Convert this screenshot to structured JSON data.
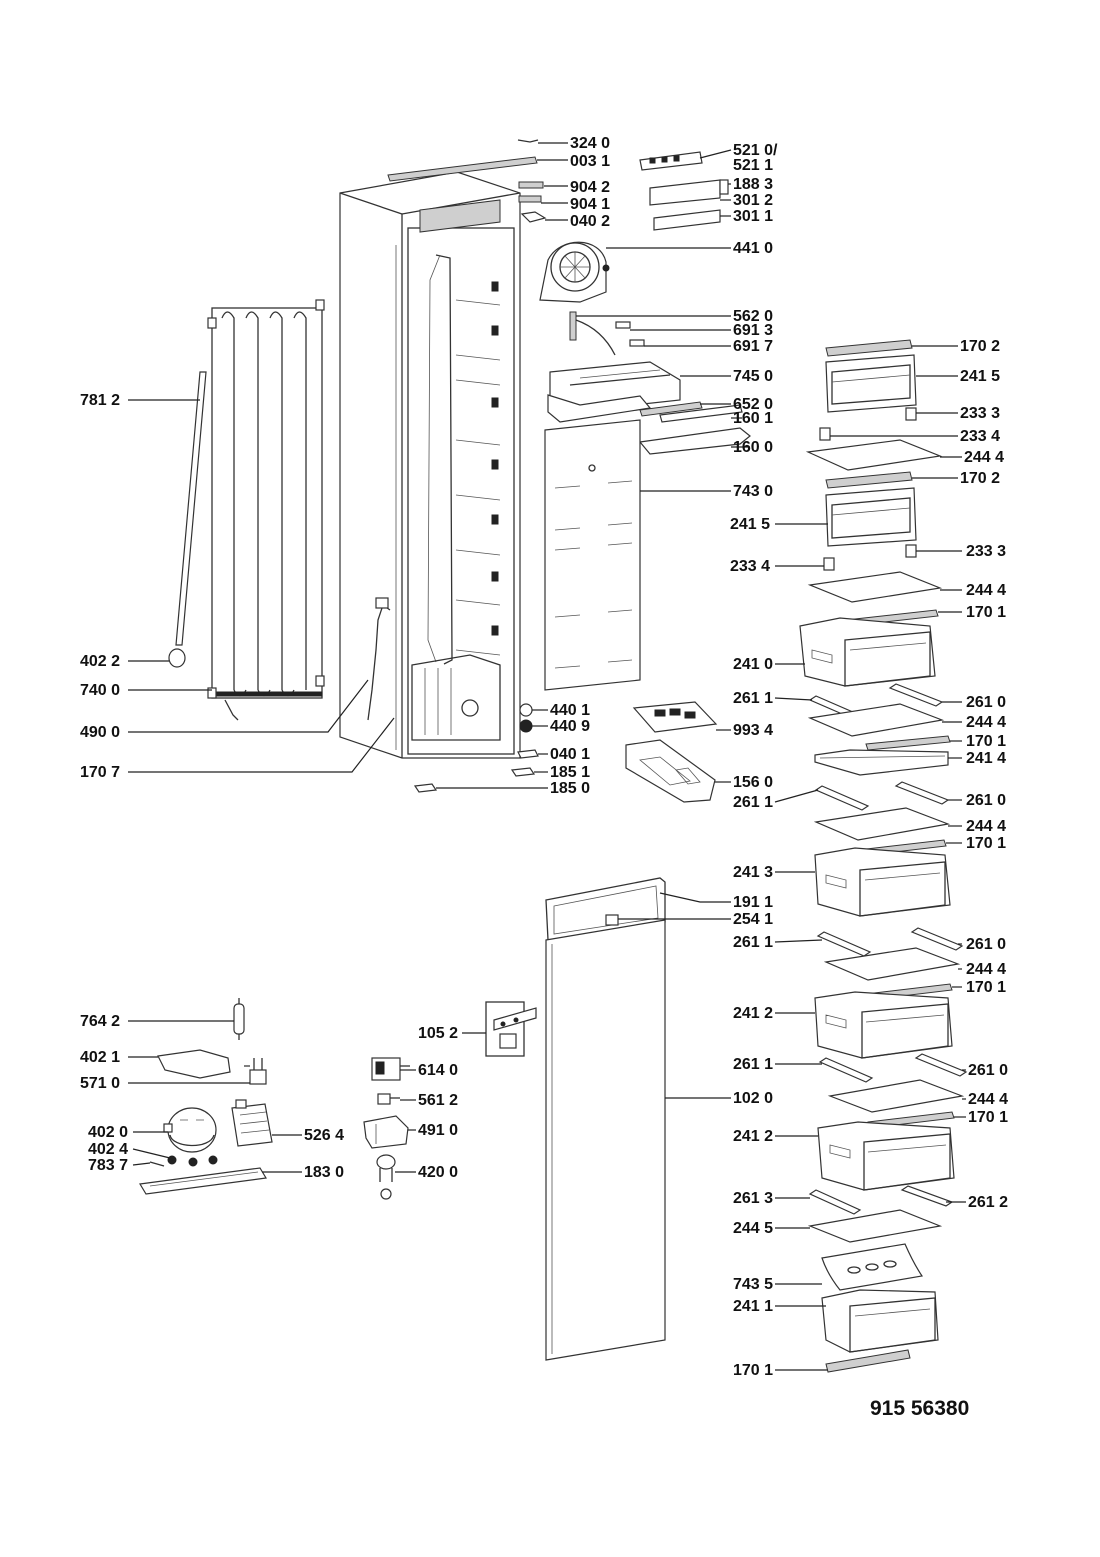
{
  "document_number": "915 56380",
  "callouts": [
    {
      "id": "c01",
      "text": "324 0"
    },
    {
      "id": "c02",
      "text": "003 1"
    },
    {
      "id": "c03",
      "text": "521 0/"
    },
    {
      "id": "c04",
      "text": "521 1"
    },
    {
      "id": "c05",
      "text": "904 2"
    },
    {
      "id": "c06",
      "text": "188 3"
    },
    {
      "id": "c07",
      "text": "904 1"
    },
    {
      "id": "c08",
      "text": "301 2"
    },
    {
      "id": "c09",
      "text": "040 2"
    },
    {
      "id": "c10",
      "text": "301 1"
    },
    {
      "id": "c11",
      "text": "441 0"
    },
    {
      "id": "c12",
      "text": "562 0"
    },
    {
      "id": "c13",
      "text": "691 3"
    },
    {
      "id": "c14",
      "text": "691 7"
    },
    {
      "id": "c15",
      "text": "170 2"
    },
    {
      "id": "c16",
      "text": "745 0"
    },
    {
      "id": "c17",
      "text": "241 5"
    },
    {
      "id": "c18",
      "text": "781 2"
    },
    {
      "id": "c19",
      "text": "652 0"
    },
    {
      "id": "c20",
      "text": "160 1"
    },
    {
      "id": "c21",
      "text": "233 3"
    },
    {
      "id": "c22",
      "text": "233 4"
    },
    {
      "id": "c23",
      "text": "160 0"
    },
    {
      "id": "c24",
      "text": "244 4"
    },
    {
      "id": "c25",
      "text": "170 2"
    },
    {
      "id": "c26",
      "text": "743 0"
    },
    {
      "id": "c27",
      "text": "241 5"
    },
    {
      "id": "c28",
      "text": "233 4"
    },
    {
      "id": "c29",
      "text": "233 3"
    },
    {
      "id": "c30",
      "text": "244 4"
    },
    {
      "id": "c31",
      "text": "170 1"
    },
    {
      "id": "c32",
      "text": "402 2"
    },
    {
      "id": "c33",
      "text": "241 0"
    },
    {
      "id": "c34",
      "text": "740 0"
    },
    {
      "id": "c35",
      "text": "261 1"
    },
    {
      "id": "c36",
      "text": "261 0"
    },
    {
      "id": "c37",
      "text": "440 1"
    },
    {
      "id": "c38",
      "text": "440 9"
    },
    {
      "id": "c39",
      "text": "244 4"
    },
    {
      "id": "c40",
      "text": "490 0"
    },
    {
      "id": "c41",
      "text": "993 4"
    },
    {
      "id": "c42",
      "text": "170 1"
    },
    {
      "id": "c43",
      "text": "040 1"
    },
    {
      "id": "c44",
      "text": "241 4"
    },
    {
      "id": "c45",
      "text": "170 7"
    },
    {
      "id": "c46",
      "text": "185 1"
    },
    {
      "id": "c47",
      "text": "156 0"
    },
    {
      "id": "c48",
      "text": "185 0"
    },
    {
      "id": "c49",
      "text": "261 1"
    },
    {
      "id": "c50",
      "text": "261 0"
    },
    {
      "id": "c51",
      "text": "244 4"
    },
    {
      "id": "c52",
      "text": "170 1"
    },
    {
      "id": "c53",
      "text": "241 3"
    },
    {
      "id": "c54",
      "text": "191 1"
    },
    {
      "id": "c55",
      "text": "254 1"
    },
    {
      "id": "c56",
      "text": "261 1"
    },
    {
      "id": "c57",
      "text": "261 0"
    },
    {
      "id": "c58",
      "text": "244 4"
    },
    {
      "id": "c59",
      "text": "170 1"
    },
    {
      "id": "c60",
      "text": "764 2"
    },
    {
      "id": "c61",
      "text": "241 2"
    },
    {
      "id": "c62",
      "text": "105 2"
    },
    {
      "id": "c63",
      "text": "402 1"
    },
    {
      "id": "c64",
      "text": "614 0"
    },
    {
      "id": "c65",
      "text": "571 0"
    },
    {
      "id": "c66",
      "text": "261 1"
    },
    {
      "id": "c67",
      "text": "261 0"
    },
    {
      "id": "c68",
      "text": "561 2"
    },
    {
      "id": "c69",
      "text": "102 0"
    },
    {
      "id": "c70",
      "text": "244 4"
    },
    {
      "id": "c71",
      "text": "170 1"
    },
    {
      "id": "c72",
      "text": "402 0"
    },
    {
      "id": "c73",
      "text": "526 4"
    },
    {
      "id": "c74",
      "text": "491 0"
    },
    {
      "id": "c75",
      "text": "241 2"
    },
    {
      "id": "c76",
      "text": "402 4"
    },
    {
      "id": "c77",
      "text": "783 7"
    },
    {
      "id": "c78",
      "text": "183 0"
    },
    {
      "id": "c79",
      "text": "420 0"
    },
    {
      "id": "c80",
      "text": "261 3"
    },
    {
      "id": "c81",
      "text": "261 2"
    },
    {
      "id": "c82",
      "text": "244 5"
    },
    {
      "id": "c83",
      "text": "743 5"
    },
    {
      "id": "c84",
      "text": "241 1"
    },
    {
      "id": "c85",
      "text": "170 1"
    }
  ]
}
